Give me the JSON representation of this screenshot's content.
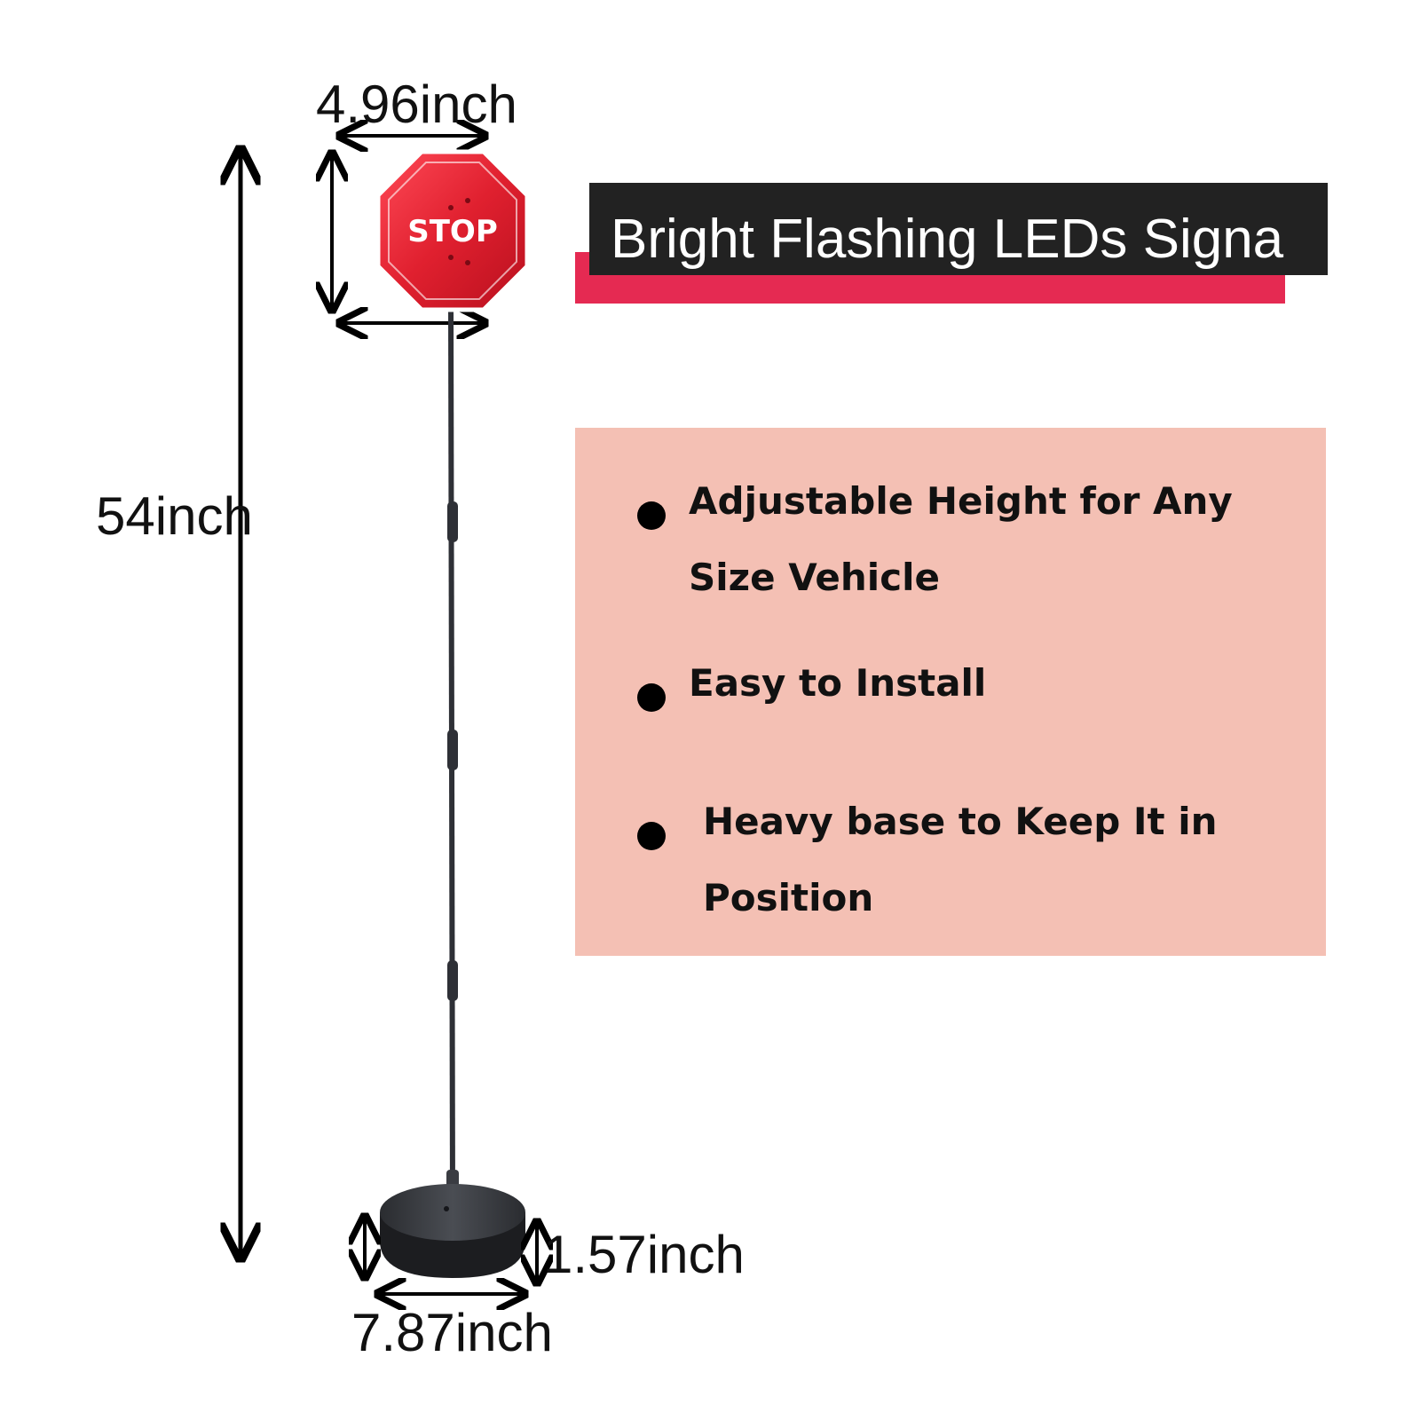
{
  "dimensions": {
    "sign_width": "4.96inch",
    "total_height": "54inch",
    "base_height": "1.57inch",
    "base_diameter": "7.87inch"
  },
  "sign": {
    "text": "STOP",
    "color": "#e0202f"
  },
  "banner": {
    "text": "Bright Flashing LEDs Signa",
    "accent_color": "#e52a52",
    "bg_color": "#222222"
  },
  "features": {
    "panel_color": "#f4c0b4",
    "items": [
      {
        "text": "Adjustable Height for Any Size Vehicle"
      },
      {
        "text": "Easy to Install"
      },
      {
        "text": "Heavy base to Keep It in Position"
      }
    ]
  }
}
